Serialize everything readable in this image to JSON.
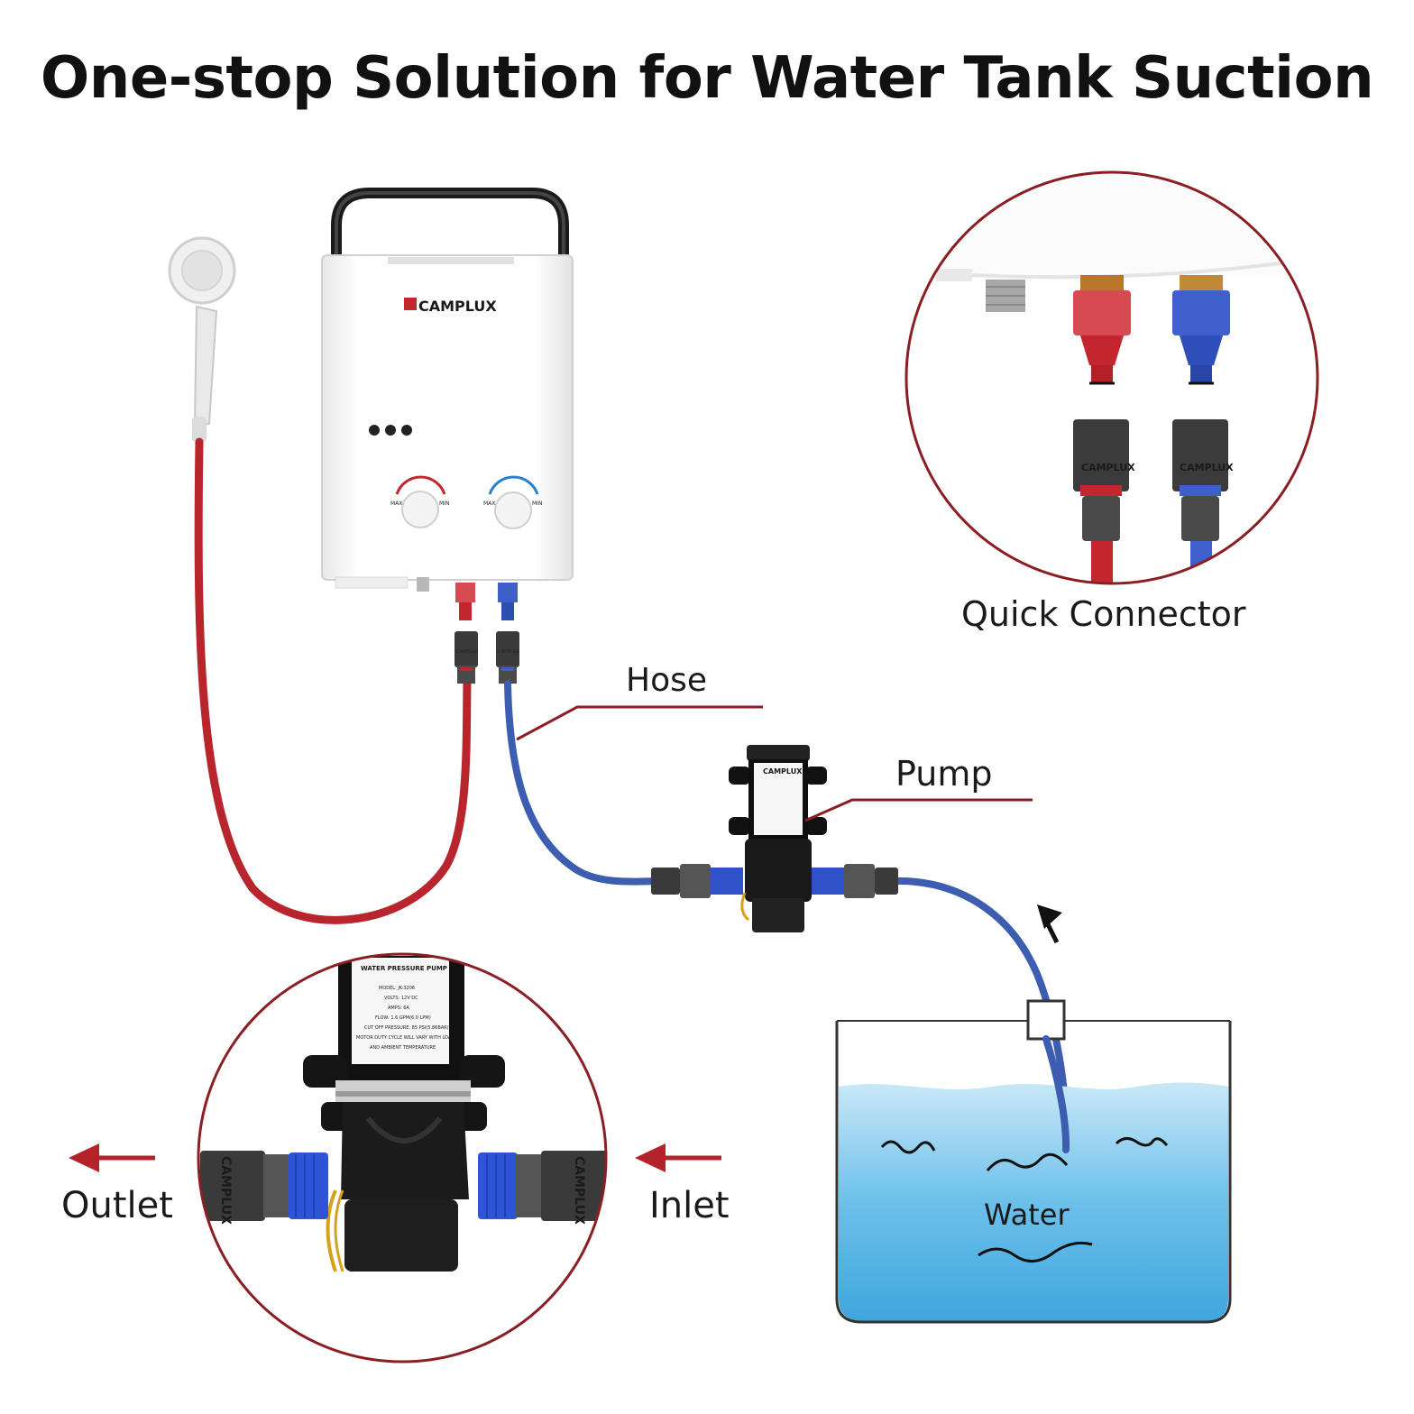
{
  "title": "One-stop Solution for Water Tank Suction",
  "labels": {
    "hose": "Hose",
    "pump": "Pump",
    "quick_connector": "Quick Connector",
    "outlet": "Outlet",
    "inlet": "Inlet",
    "water": "Water"
  },
  "heater": {
    "brand": "CAMPLUX",
    "knob_left": {
      "max": "MAX",
      "min": "MIN"
    },
    "knob_right": {
      "max": "MAX",
      "min": "MIN"
    }
  },
  "connector_brand": "CAMPLUX",
  "pump_label": {
    "brand": "CAMPLUX",
    "heading": "WATER PRESSURE PUMP",
    "lines": [
      "MODEL: JK-3206",
      "VOLTS: 12V DC",
      "AMPS: 6A",
      "FLOW: 1.6 GPM(6.0 LPM)",
      "CUT OFF PRESSURE: 85 PSI(5.86BAR)",
      "MOTOR DUTY CYCLE WILL VARY WITH LOAD",
      "AND AMBIENT TEMPERATURE"
    ]
  },
  "colors": {
    "hot": "#c4262e",
    "cold": "#3f5fb8",
    "callout": "#8b1e24",
    "water": "#5bb3e6"
  }
}
